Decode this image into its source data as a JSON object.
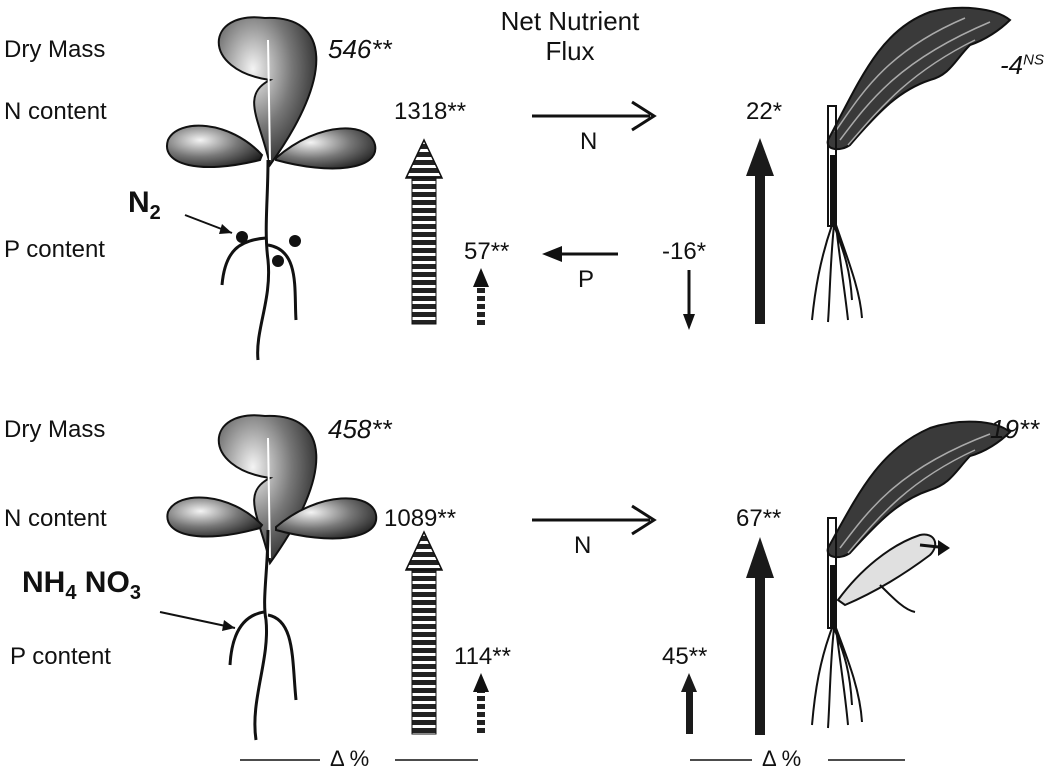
{
  "header": {
    "line1": "Net Nutrient",
    "line2": "Flux"
  },
  "row_labels": {
    "dry_mass": "Dry Mass",
    "n_content": "N content",
    "p_content": "P content"
  },
  "top_panel": {
    "source_label": "N",
    "source_sub": "2",
    "legume": {
      "dry_mass": "546**",
      "n_content": "1318**",
      "p_content": "57**"
    },
    "flux": {
      "n_label": "N",
      "p_label": "P"
    },
    "grass": {
      "dry_mass": "-4",
      "dry_mass_sig": "NS",
      "n_content": "22*",
      "p_content": "-16*"
    }
  },
  "bottom_panel": {
    "source_label_1": "NH",
    "source_sub_1": "4",
    "source_label_2": " NO",
    "source_sub_2": "3",
    "legume": {
      "dry_mass": "458**",
      "n_content": "1089**",
      "p_content": "114**"
    },
    "flux": {
      "n_label": "N"
    },
    "grass": {
      "dry_mass": "19**",
      "n_content": "67**",
      "p_content": "45**"
    }
  },
  "footer": {
    "left_delta": "Δ %",
    "right_delta": "Δ %"
  }
}
